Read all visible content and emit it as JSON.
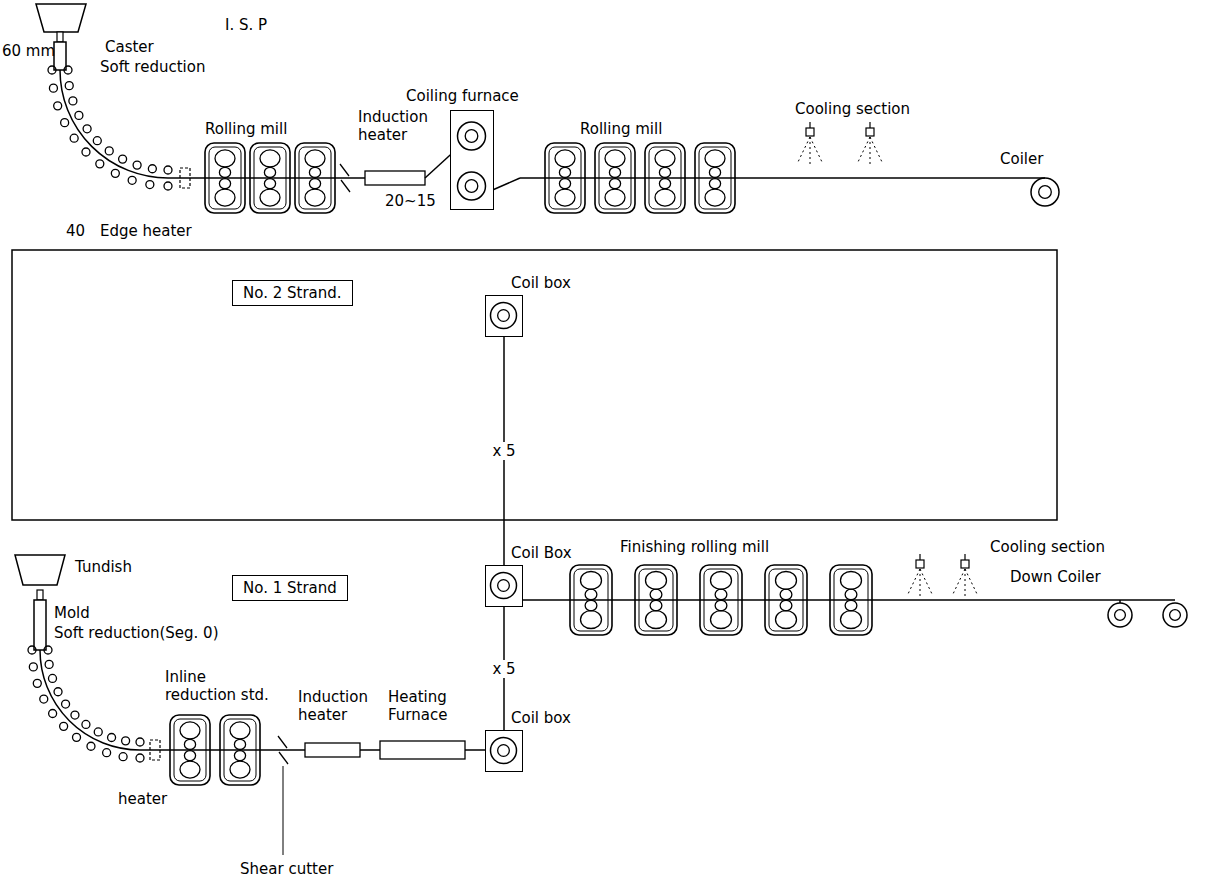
{
  "diagram": {
    "nodes": [
      {
        "text": [
          "Coiling furnace"
        ]
      },
      {
        "text": [
          "No. 2 Strand."
        ]
      },
      {
        "text": [
          "Coil box"
        ]
      },
      {
        "text": [
          "Coil Box"
        ]
      },
      {
        "text": [
          "No. 1 Strand"
        ]
      },
      {
        "text": [
          "Coil box"
        ]
      }
    ],
    "edges": [
      {
        "from": 2,
        "to": 3,
        "arrow": "none",
        "label": "x 5"
      },
      {
        "from": 3,
        "to": 5,
        "arrow": "none",
        "label": "x 5"
      }
    ],
    "labels": [
      "I. S. P",
      "60 mm",
      "Caster",
      "Soft reduction",
      "Rolling mill",
      "Induction heater",
      "40",
      "Edge heater",
      "20~15",
      "Rolling mill",
      "Cooling section",
      "Coiler",
      "Tundish",
      "Mold",
      "Soft reduction(Seg. 0)",
      "Inline reduction std.",
      "heater",
      "Shear cutter",
      "Induction heater",
      "Heating Furnace",
      "Finishing rolling mill",
      "Cooling section",
      "Down Coiler"
    ]
  }
}
